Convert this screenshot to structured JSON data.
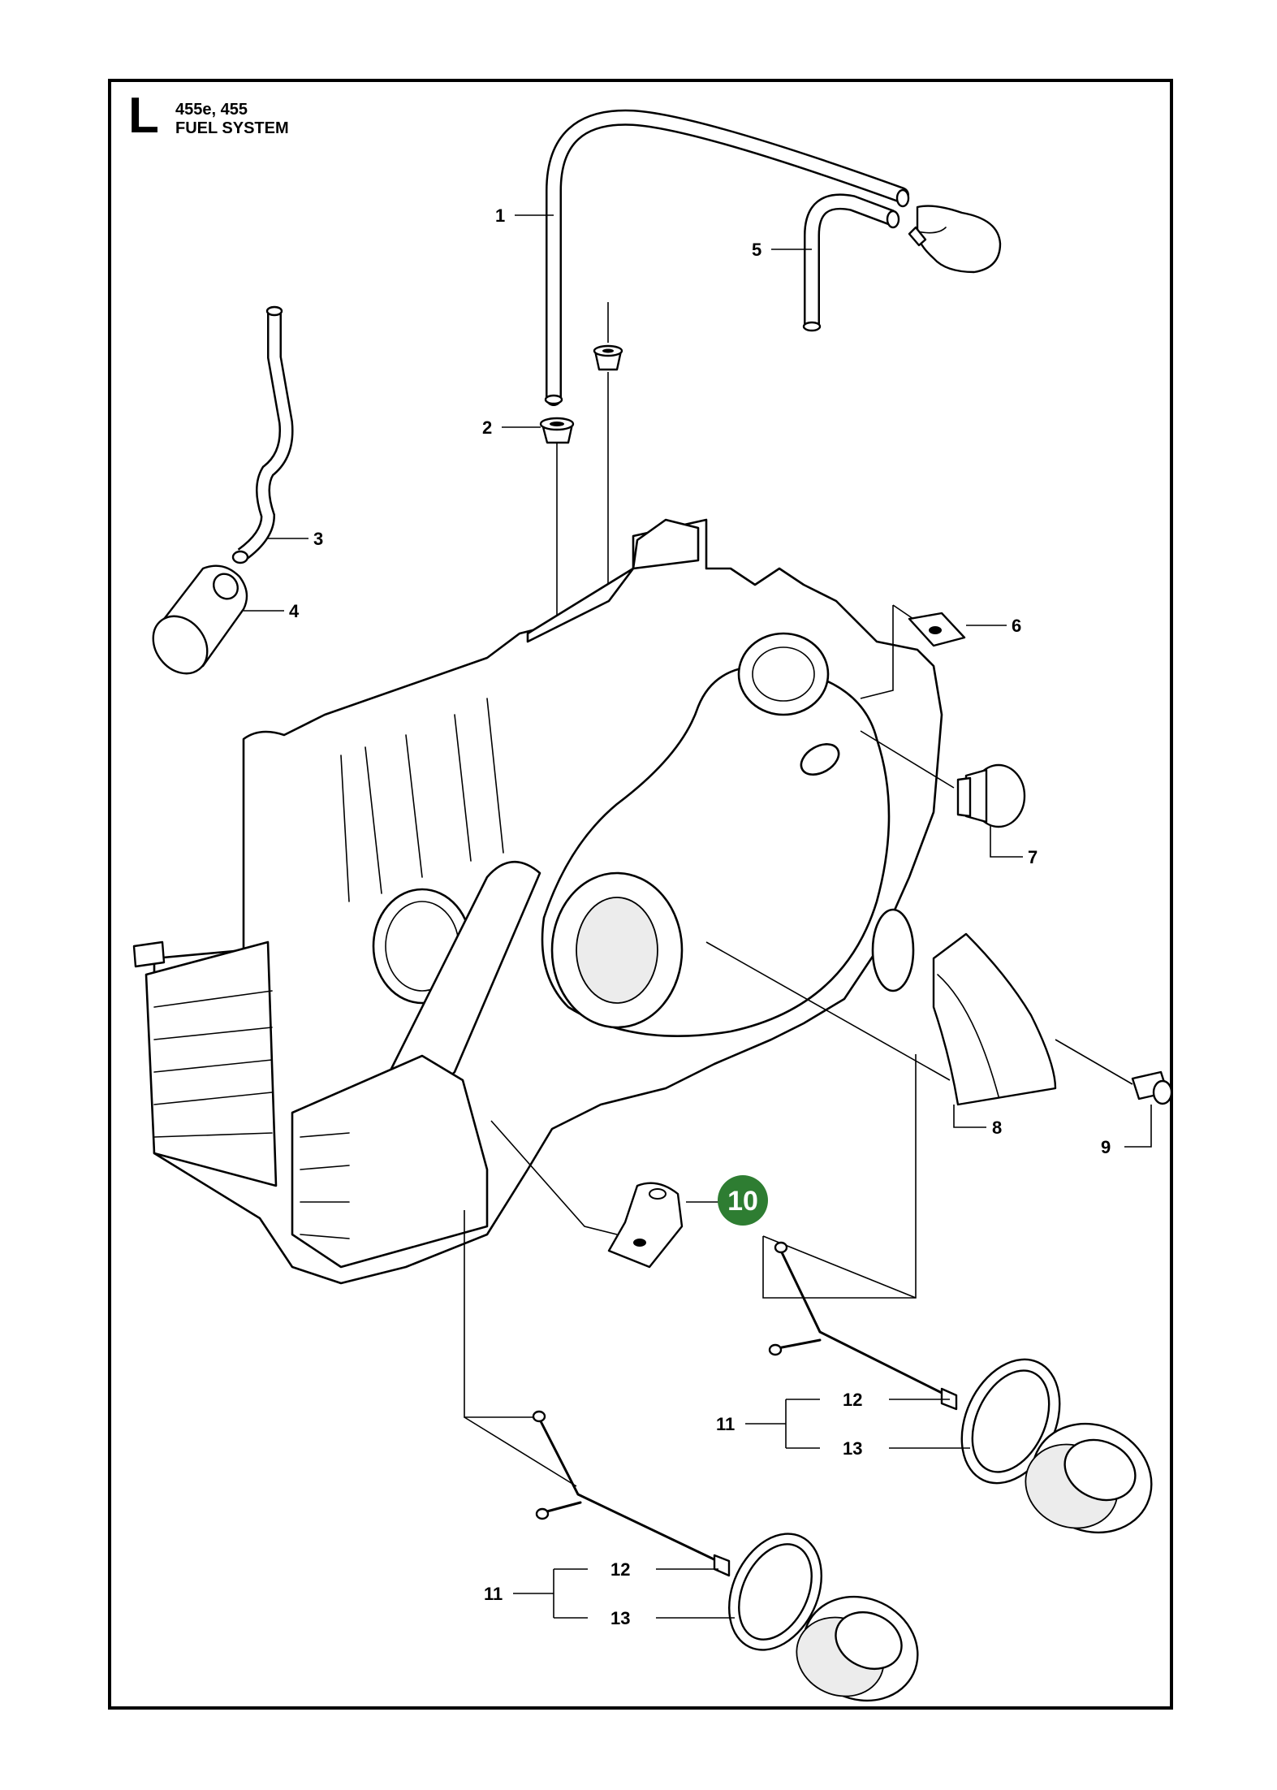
{
  "header": {
    "section_letter": "L",
    "model": "455e, 455",
    "title": "FUEL SYSTEM"
  },
  "colors": {
    "highlight": "#2e7d32",
    "line": "#000000"
  },
  "callouts": [
    {
      "id": "c1",
      "label": "1"
    },
    {
      "id": "c2",
      "label": "2"
    },
    {
      "id": "c3",
      "label": "3"
    },
    {
      "id": "c4",
      "label": "4"
    },
    {
      "id": "c5",
      "label": "5"
    },
    {
      "id": "c6",
      "label": "6"
    },
    {
      "id": "c7",
      "label": "7"
    },
    {
      "id": "c8",
      "label": "8"
    },
    {
      "id": "c9",
      "label": "9"
    },
    {
      "id": "c10",
      "label": "10",
      "highlighted": true
    },
    {
      "id": "c11a",
      "label": "11"
    },
    {
      "id": "c12a",
      "label": "12"
    },
    {
      "id": "c13a",
      "label": "13"
    },
    {
      "id": "c11b",
      "label": "11"
    },
    {
      "id": "c12b",
      "label": "12"
    },
    {
      "id": "c13b",
      "label": "13"
    }
  ]
}
